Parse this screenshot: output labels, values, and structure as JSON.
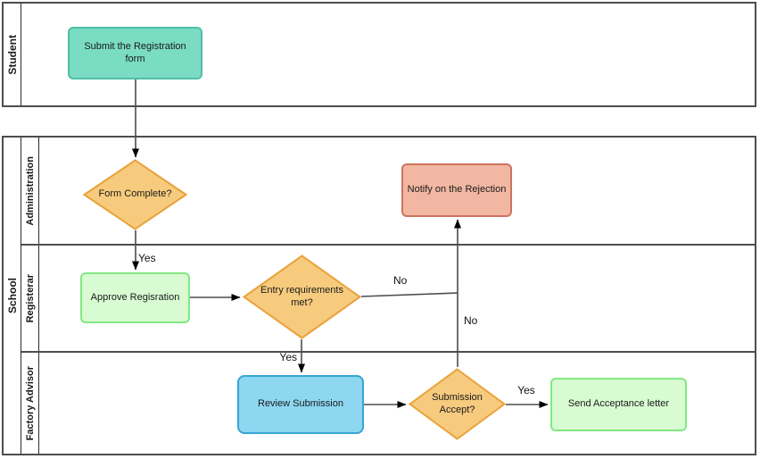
{
  "diagram": {
    "type": "bpmn-swimlane-flowchart",
    "pools": [
      {
        "label": "Student"
      },
      {
        "label": "School",
        "lanes": [
          {
            "label": "Administration"
          },
          {
            "label": "Registerar"
          },
          {
            "label": "Factory Advisor"
          }
        ]
      }
    ],
    "nodes": [
      {
        "id": "submit",
        "type": "task",
        "lane": "Student",
        "label": "Submit the Registration form"
      },
      {
        "id": "form_complete",
        "type": "decision",
        "lane": "Administration",
        "label": "Form Complete?"
      },
      {
        "id": "notify",
        "type": "task",
        "lane": "Administration",
        "label": "Notify on the Rejection"
      },
      {
        "id": "approve",
        "type": "task",
        "lane": "Registerar",
        "label": "Approve Regisration"
      },
      {
        "id": "entry",
        "type": "decision",
        "lane": "Registerar",
        "label": "Entry requirements met?"
      },
      {
        "id": "review",
        "type": "task",
        "lane": "Factory Advisor",
        "label": "Review Submission"
      },
      {
        "id": "submission",
        "type": "decision",
        "lane": "Factory Advisor",
        "label": "Submission Accept?"
      },
      {
        "id": "send",
        "type": "task",
        "lane": "Factory Advisor",
        "label": "Send Acceptance letter"
      }
    ],
    "edges": [
      {
        "from": "submit",
        "to": "form_complete",
        "label": ""
      },
      {
        "from": "form_complete",
        "to": "approve",
        "label": "Yes"
      },
      {
        "from": "approve",
        "to": "entry",
        "label": ""
      },
      {
        "from": "entry",
        "to": "notify",
        "label": "No"
      },
      {
        "from": "entry",
        "to": "review",
        "label": "Yes"
      },
      {
        "from": "review",
        "to": "submission",
        "label": ""
      },
      {
        "from": "submission",
        "to": "send",
        "label": "Yes"
      },
      {
        "from": "submission",
        "to": "notify",
        "label": "No"
      }
    ],
    "colors": {
      "student_task_fill": "#7ADCC3",
      "student_task_border": "#4FBFA6",
      "decision_fill": "#F7CB7E",
      "decision_border": "#E9A23B",
      "reject_fill": "#F1B7A2",
      "reject_border": "#CE7260",
      "approve_fill": "#D8FBD2",
      "approve_border": "#82E882",
      "review_fill": "#8DD7F1",
      "review_border": "#38A5D2",
      "connector": "#4D4D4D",
      "pool_border": "#4D4D4D"
    }
  }
}
